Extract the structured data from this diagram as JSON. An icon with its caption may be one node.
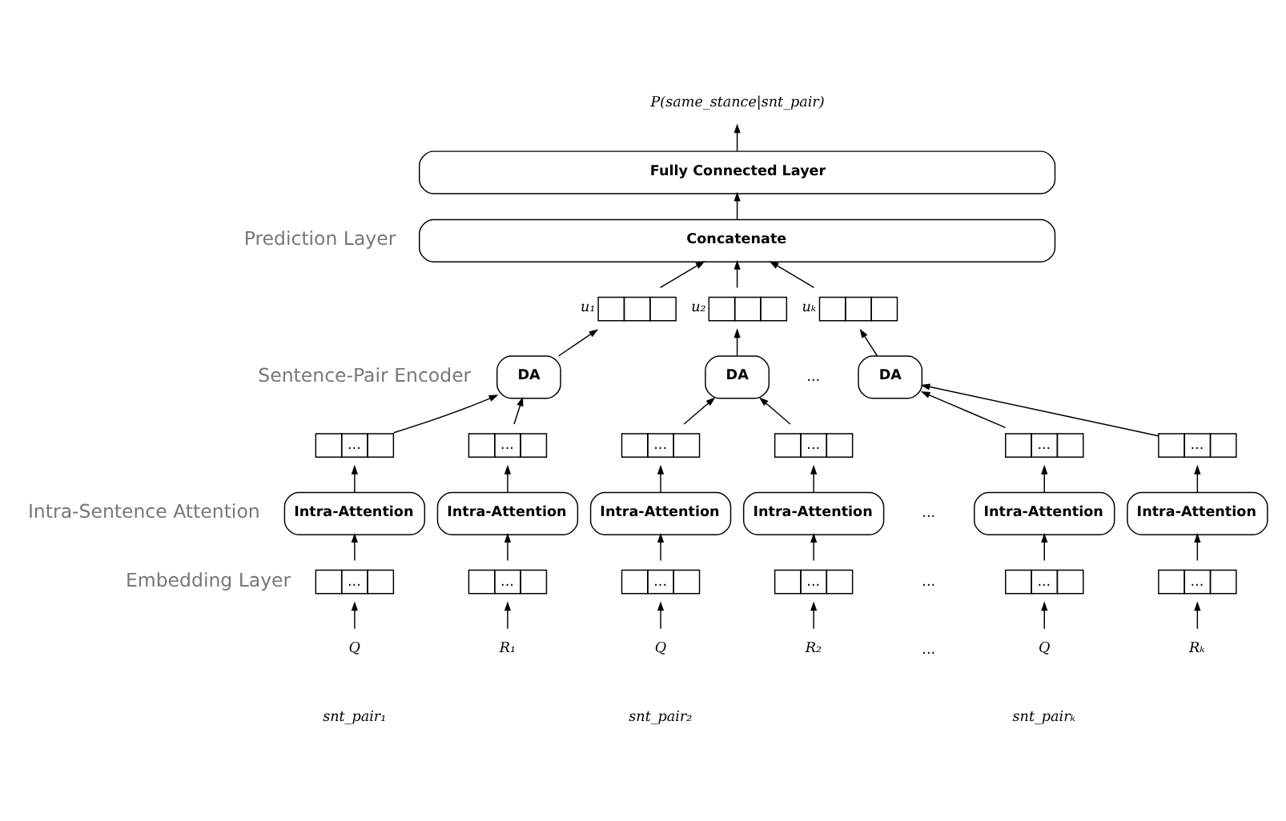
{
  "diagram": {
    "nodes": [
      {
        "text": [
          "P(same_stance|snt_pair)"
        ]
      },
      {
        "text": [
          "Fully Connected Layer"
        ]
      },
      {
        "text": [
          "Concatenate"
        ]
      },
      {
        "text": [],
        "shape": "box",
        "beside": [
          "u₁"
        ]
      },
      {
        "text": [],
        "shape": "box",
        "beside": [
          "u₂"
        ]
      },
      {
        "text": [],
        "shape": "box",
        "beside": [
          "uₖ"
        ]
      },
      {
        "text": [
          "DA"
        ]
      },
      {
        "text": [
          "DA"
        ]
      },
      {
        "text": [
          "DA"
        ]
      },
      {
        "text": [
          "..."
        ]
      },
      {
        "text": [
          "..."
        ]
      },
      {
        "text": [
          "..."
        ]
      },
      {
        "text": [
          "..."
        ]
      },
      {
        "text": [
          "..."
        ]
      },
      {
        "text": [
          "..."
        ]
      },
      {
        "text": [
          "Intra-Attention"
        ]
      },
      {
        "text": [
          "Intra-Attention"
        ]
      },
      {
        "text": [
          "Intra-Attention"
        ]
      },
      {
        "text": [
          "Intra-Attention"
        ]
      },
      {
        "text": [
          "Intra-Attention"
        ]
      },
      {
        "text": [
          "Intra-Attention"
        ]
      },
      {
        "text": [
          "..."
        ]
      },
      {
        "text": [
          "..."
        ]
      },
      {
        "text": [
          "..."
        ]
      },
      {
        "text": [
          "..."
        ]
      },
      {
        "text": [
          "..."
        ]
      },
      {
        "text": [
          "..."
        ]
      },
      {
        "text": [
          "Q"
        ]
      },
      {
        "text": [
          "R₁"
        ]
      },
      {
        "text": [
          "Q"
        ]
      },
      {
        "text": [
          "R₂"
        ]
      },
      {
        "text": [
          "Q"
        ]
      },
      {
        "text": [
          "Rₖ"
        ]
      }
    ],
    "edges": [
      {
        "from": 1,
        "to": 0,
        "arrow": "to"
      },
      {
        "from": 2,
        "to": 1,
        "arrow": "to"
      },
      {
        "from": 3,
        "to": 2,
        "arrow": "to"
      },
      {
        "from": 4,
        "to": 2,
        "arrow": "to"
      },
      {
        "from": 5,
        "to": 2,
        "arrow": "to"
      },
      {
        "from": 6,
        "to": 3,
        "arrow": "to"
      },
      {
        "from": 7,
        "to": 4,
        "arrow": "to"
      },
      {
        "from": 8,
        "to": 5,
        "arrow": "to"
      },
      {
        "from": 9,
        "to": 6,
        "arrow": "to"
      },
      {
        "from": 10,
        "to": 6,
        "arrow": "to"
      },
      {
        "from": 11,
        "to": 7,
        "arrow": "to"
      },
      {
        "from": 12,
        "to": 7,
        "arrow": "to"
      },
      {
        "from": 13,
        "to": 8,
        "arrow": "to"
      },
      {
        "from": 14,
        "to": 8,
        "arrow": "to"
      },
      {
        "from": 15,
        "to": 9,
        "arrow": "to"
      },
      {
        "from": 16,
        "to": 10,
        "arrow": "to"
      },
      {
        "from": 17,
        "to": 11,
        "arrow": "to"
      },
      {
        "from": 18,
        "to": 12,
        "arrow": "to"
      },
      {
        "from": 19,
        "to": 13,
        "arrow": "to"
      },
      {
        "from": 20,
        "to": 14,
        "arrow": "to"
      },
      {
        "from": 21,
        "to": 15,
        "arrow": "to"
      },
      {
        "from": 22,
        "to": 16,
        "arrow": "to"
      },
      {
        "from": 23,
        "to": 17,
        "arrow": "to"
      },
      {
        "from": 24,
        "to": 18,
        "arrow": "to"
      },
      {
        "from": 25,
        "to": 19,
        "arrow": "to"
      },
      {
        "from": 26,
        "to": 20,
        "arrow": "to"
      },
      {
        "from": 27,
        "to": 21,
        "arrow": "to"
      },
      {
        "from": 28,
        "to": 22,
        "arrow": "to"
      },
      {
        "from": 29,
        "to": 23,
        "arrow": "to"
      },
      {
        "from": 30,
        "to": 24,
        "arrow": "to"
      },
      {
        "from": 31,
        "to": 25,
        "arrow": "to"
      },
      {
        "from": 32,
        "to": 26,
        "arrow": "to"
      }
    ],
    "labels": [
      "Prediction Layer",
      "Sentence-Pair Encoder",
      "...",
      "Intra-Sentence Attention",
      "...",
      "Embedding Layer",
      "...",
      "...",
      "snt_pair₁",
      "snt_pair₂",
      "snt_pairₖ"
    ]
  }
}
